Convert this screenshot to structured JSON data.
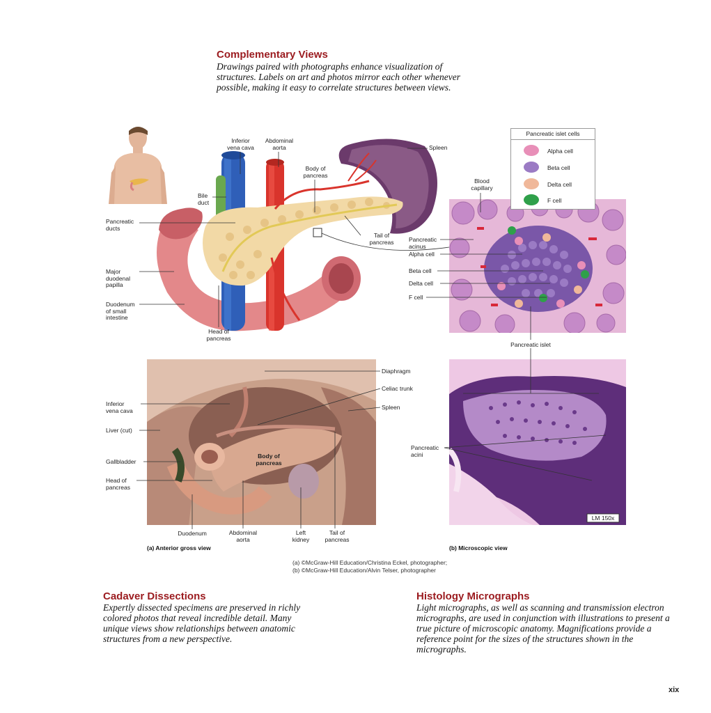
{
  "header": {
    "title": "Complementary Views",
    "description": "Drawings paired with photographs enhance visualization of structures. Labels on art and photos mirror each other whenever possible, making it easy to correlate structures between views."
  },
  "drawing_labels": {
    "ivc": "Inferior\nvena cava",
    "abdominal_aorta": "Abdominal\naorta",
    "body_pancreas": "Body of\npancreas",
    "spleen": "Spleen",
    "bile_duct": "Bile\nduct",
    "pancreatic_ducts": "Pancreatic\nducts",
    "tail_pancreas": "Tail of\npancreas",
    "major_papilla": "Major\nduodenal\npapilla",
    "duodenum_small": "Duodenum\nof small\nintestine",
    "head_pancreas": "Head of\npancreas"
  },
  "legend": {
    "title": "Pancreatic islet cells",
    "items": [
      {
        "label": "Alpha cell",
        "color": "#e88fb8"
      },
      {
        "label": "Beta cell",
        "color": "#9b7bc4"
      },
      {
        "label": "Delta cell",
        "color": "#f0b89a"
      },
      {
        "label": "F cell",
        "color": "#2fa04a"
      }
    ]
  },
  "micro_labels": {
    "blood_capillary": "Blood\ncapillary",
    "pancreatic_acinus": "Pancreatic\nacinus",
    "alpha_cell": "Alpha cell",
    "beta_cell": "Beta cell",
    "delta_cell": "Delta cell",
    "f_cell": "F cell",
    "pancreatic_islet": "Pancreatic islet"
  },
  "photo_labels": {
    "diaphragm": "Diaphragm",
    "celiac_trunk": "Celiac trunk",
    "spleen": "Spleen",
    "ivc": "Inferior\nvena cava",
    "liver": "Liver (cut)",
    "gallbladder": "Gallbladder",
    "head_pancreas": "Head of\npancreas",
    "body_pancreas": "Body of\npancreas",
    "duodenum": "Duodenum",
    "abdominal_aorta": "Abdominal\naorta",
    "left_kidney": "Left\nkidney",
    "tail_pancreas": "Tail of\npancreas"
  },
  "histo_labels": {
    "pancreatic_acini": "Pancreatic\nacini",
    "magnification": "LM 150x"
  },
  "captions": {
    "a": "(a) Anterior gross view",
    "b": "(b) Microscopic view",
    "credits": "(a) ©McGraw-Hill Education/Christina Eckel, photographer;\n(b) ©McGraw-Hill Education/Alvin Telser, photographer"
  },
  "cadaver": {
    "title": "Cadaver Dissections",
    "description": "Expertly dissected specimens are preserved in richly colored photos that reveal incredible detail. Many unique views show relationships between anatomic structures from a new perspective."
  },
  "histology": {
    "title": "Histology Micrographs",
    "description": "Light micrographs, as well as scanning and transmission electron micrographs, are used in conjunction with illustrations to present a true picture of microscopic anatomy. Magnifications provide a reference point for the sizes of the structures shown in the micrographs."
  },
  "page_number": "xix"
}
